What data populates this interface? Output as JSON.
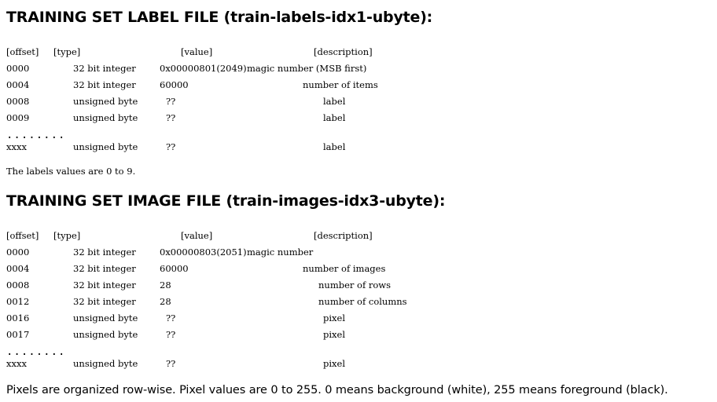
{
  "label_file": {
    "heading": "TRAINING SET LABEL FILE (train-labels-idx1-ubyte):",
    "header": {
      "offset": "[offset]",
      "type": "[type]",
      "value": "[value]",
      "description": "[description]"
    },
    "rows": [
      {
        "offset": "0000",
        "type": "32 bit integer",
        "value": "0x00000801(2049)",
        "description": "magic number (MSB first)"
      },
      {
        "offset": "0004",
        "type": "32 bit integer",
        "value": "60000",
        "description": "number of items"
      },
      {
        "offset": "0008",
        "type": "unsigned byte",
        "value": "??",
        "description": "label"
      },
      {
        "offset": "0009",
        "type": "unsigned byte",
        "value": "??",
        "description": "label"
      }
    ],
    "ellipsis": "........",
    "last_row": {
      "offset": "xxxx",
      "type": "unsigned byte",
      "value": "??",
      "description": "label"
    },
    "note": "The labels values are 0 to 9."
  },
  "image_file": {
    "heading": "TRAINING SET IMAGE FILE (train-images-idx3-ubyte):",
    "header": {
      "offset": "[offset]",
      "type": "[type]",
      "value": "[value]",
      "description": "[description]"
    },
    "rows": [
      {
        "offset": "0000",
        "type": "32 bit integer",
        "value": "0x00000803(2051)",
        "description": "magic number"
      },
      {
        "offset": "0004",
        "type": "32 bit integer",
        "value": "60000",
        "description": "number of images"
      },
      {
        "offset": "0008",
        "type": "32 bit integer",
        "value": "28",
        "description": "number of rows"
      },
      {
        "offset": "0012",
        "type": "32 bit integer",
        "value": "28",
        "description": "number of columns"
      },
      {
        "offset": "0016",
        "type": "unsigned byte",
        "value": "??",
        "description": "pixel"
      },
      {
        "offset": "0017",
        "type": "unsigned byte",
        "value": "??",
        "description": "pixel"
      }
    ],
    "ellipsis": "........",
    "last_row": {
      "offset": "xxxx",
      "type": "unsigned byte",
      "value": "??",
      "description": "pixel"
    }
  },
  "footer_text": "Pixels are organized row-wise. Pixel values are 0 to 255. 0 means background (white), 255 means foreground (black)."
}
